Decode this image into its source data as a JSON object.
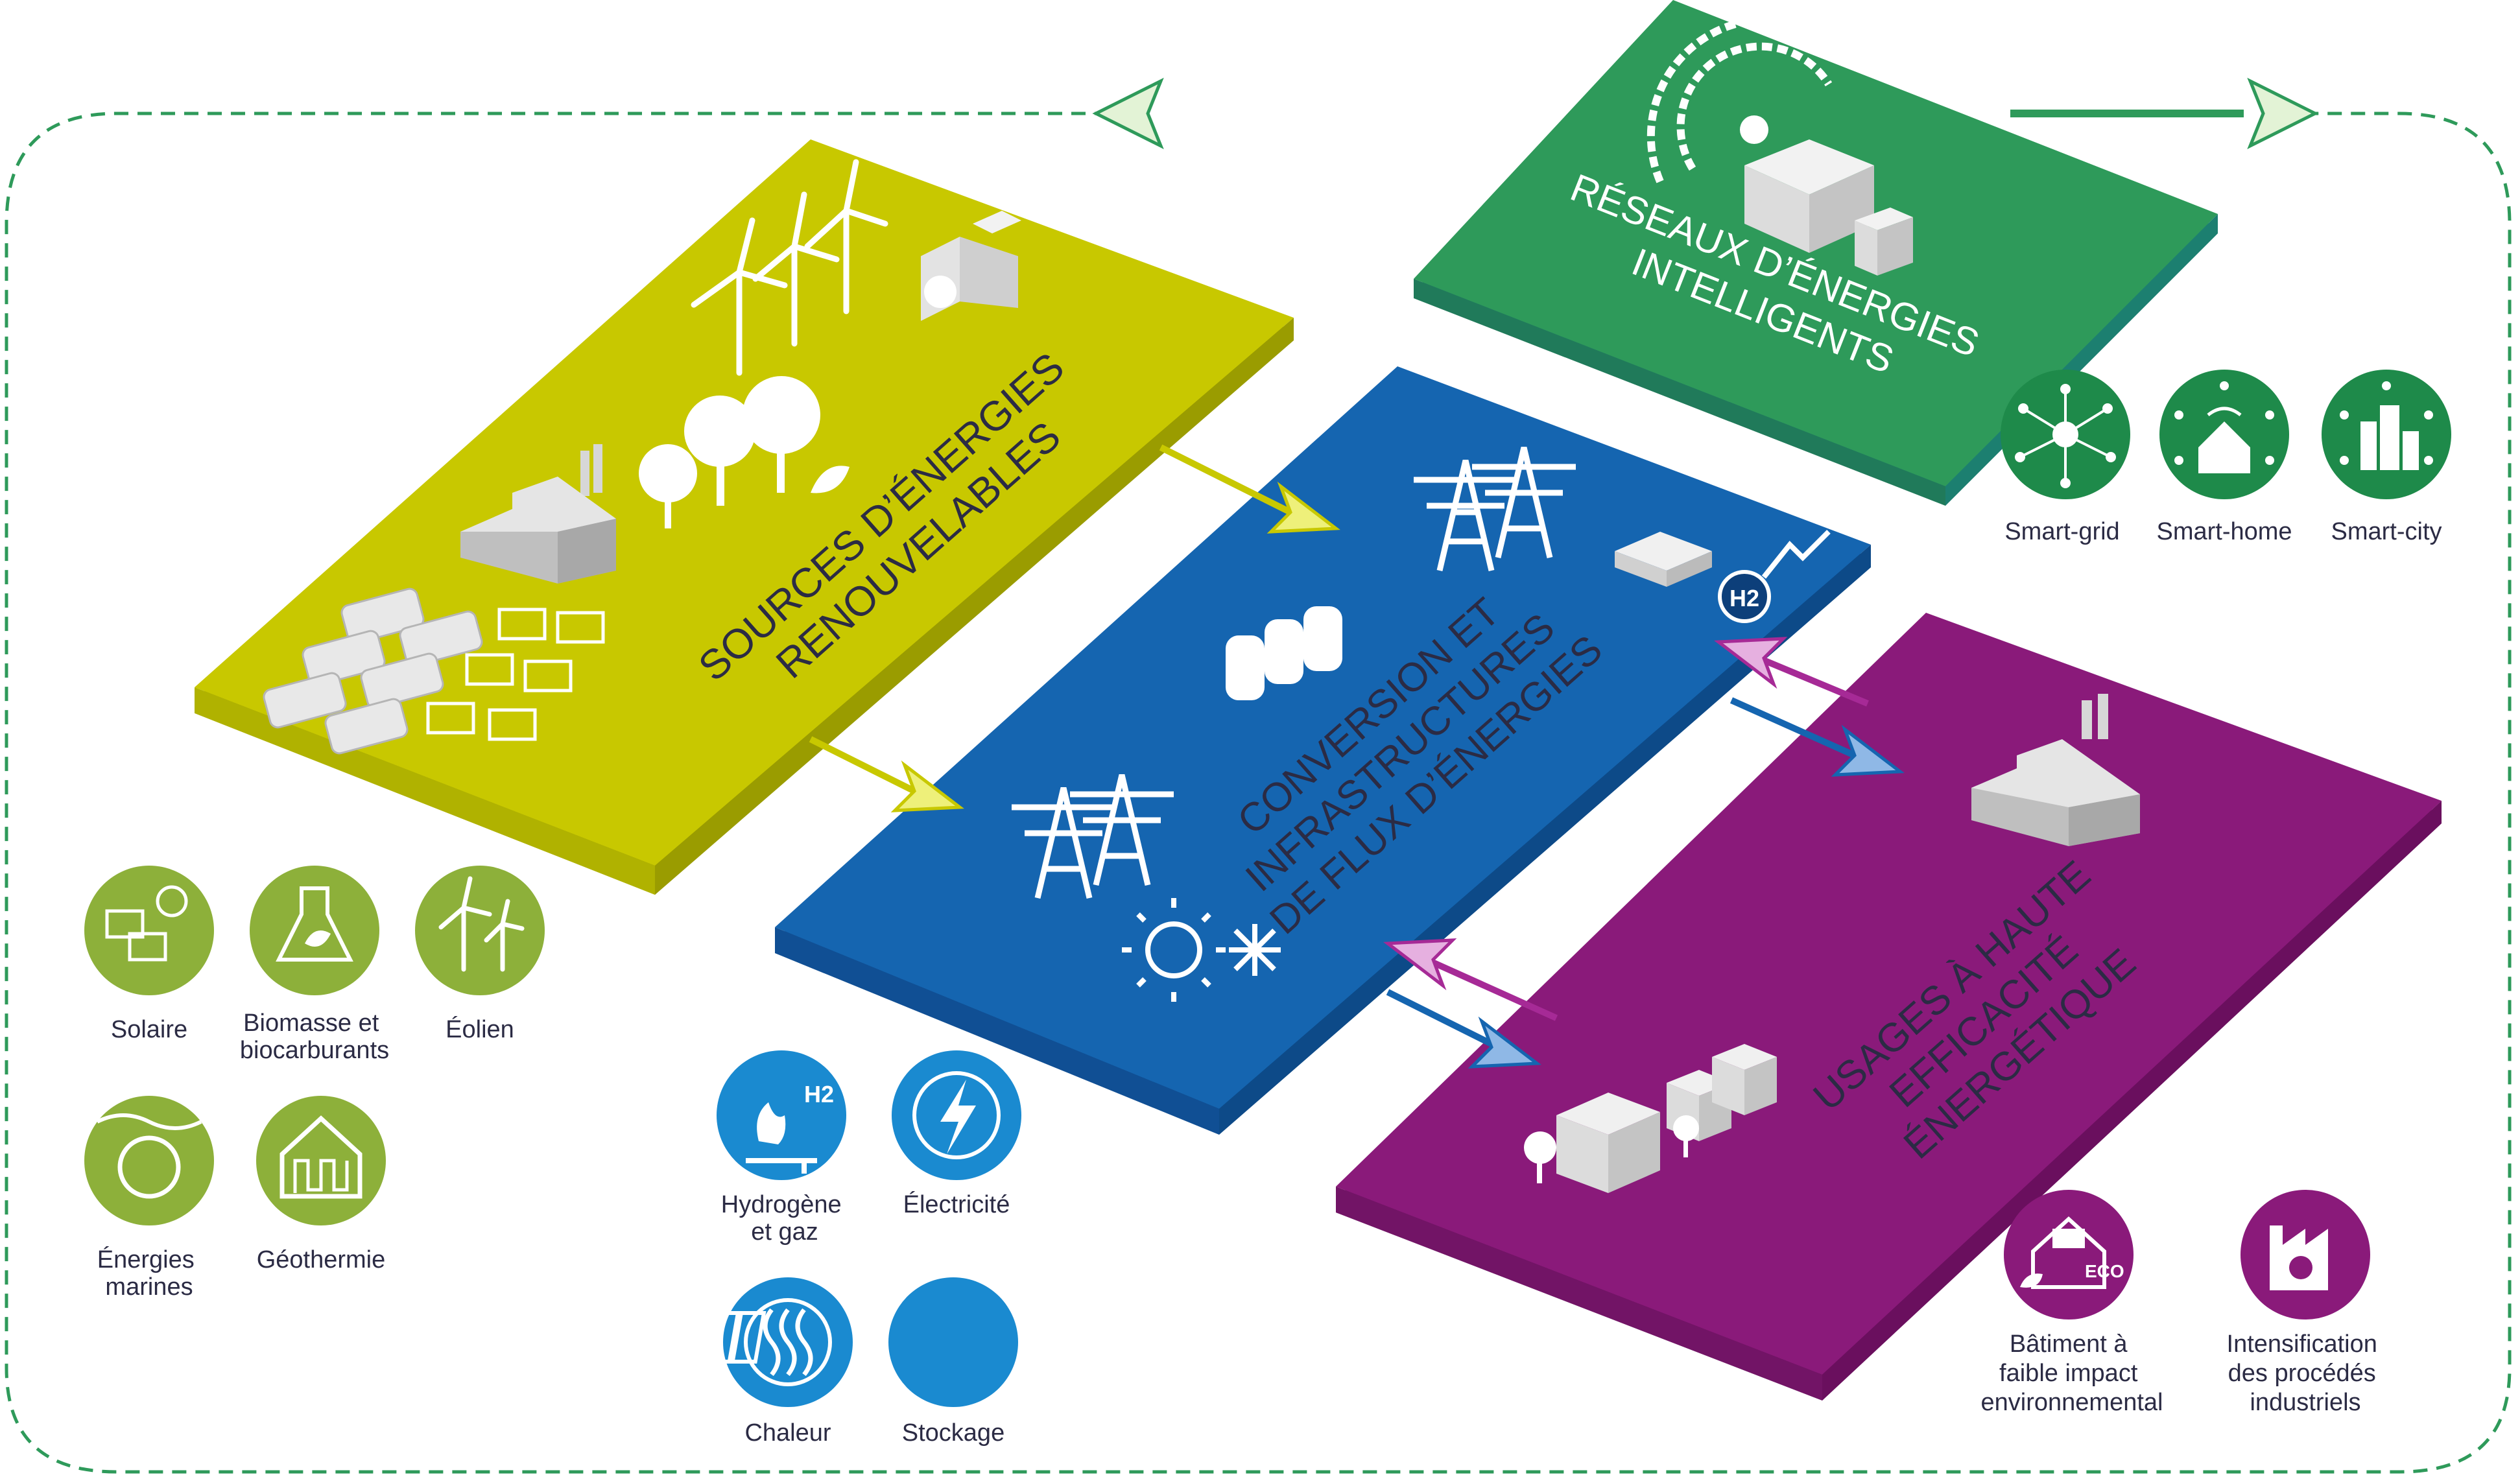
{
  "colors": {
    "renewables": "#c8c800",
    "renewables_side": "#9a9c00",
    "conversion": "#1565b0",
    "conversion_side": "#0d4a88",
    "networks": "#2e9a5a",
    "networks_side": "#1c7f70",
    "usages": "#8a1a7a",
    "usages_side": "#6a0f5e",
    "loop": "#2e9a5a",
    "icon_green": "#8db03a",
    "icon_blue": "#1a8ad0",
    "icon_darkgreen": "#1e8a4a",
    "icon_purple": "#8a1a7a"
  },
  "plates": {
    "renewables": {
      "line1": "SOURCES D’ÉNERGIES",
      "line2": "RENOUVELABLES"
    },
    "conversion": {
      "line1": "CONVERSION ET",
      "line2": "INFRASTRUCTURES",
      "line3": "DE FLUX D’ÉNERGIES",
      "h2_tag": "H2"
    },
    "networks": {
      "line1": "RÉSEAUX D’ÉNERGIES",
      "line2": "INTELLIGENTS"
    },
    "usages": {
      "line1": "USAGES À HAUTE",
      "line2": "EFFICACITÉ",
      "line3": "ÉNERGÉTIQUE"
    }
  },
  "renewable_icons": [
    {
      "icon": "solar-panel-icon",
      "label": "Solaire"
    },
    {
      "icon": "flask-leaf-icon",
      "label1": "Biomasse et",
      "label2": "biocarburants"
    },
    {
      "icon": "wind-turbine-icon",
      "label": "Éolien"
    },
    {
      "icon": "wave-turbine-icon",
      "label1": "Énergies",
      "label2": "marines"
    },
    {
      "icon": "geothermal-house-icon",
      "label": "Géothermie"
    }
  ],
  "conversion_icons": [
    {
      "icon": "hydrogen-gas-icon",
      "label1": "Hydrogène",
      "label2": "et gaz",
      "tag": "H2"
    },
    {
      "icon": "lightning-icon",
      "label": "Électricité"
    },
    {
      "icon": "heat-waves-icon",
      "label": "Chaleur"
    },
    {
      "icon": "battery-storage-icon",
      "label": "Stockage"
    }
  ],
  "network_icons": [
    {
      "icon": "smart-grid-icon",
      "label": "Smart-grid"
    },
    {
      "icon": "smart-home-icon",
      "label": "Smart-home"
    },
    {
      "icon": "smart-city-icon",
      "label": "Smart-city"
    }
  ],
  "usage_icons": [
    {
      "icon": "eco-building-icon",
      "label1": "Bâtiment à",
      "label2": "faible impact",
      "label3": "environnemental",
      "tag": "ECO"
    },
    {
      "icon": "factory-gear-icon",
      "label1": "Intensification",
      "label2": "des procédés",
      "label3": "industriels"
    }
  ]
}
